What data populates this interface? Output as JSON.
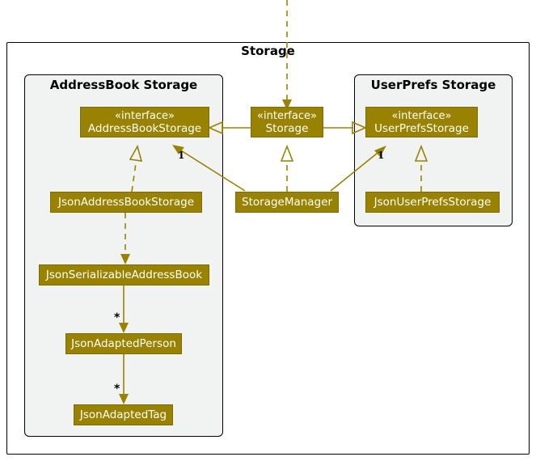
{
  "diagram": {
    "title": "Storage",
    "type": "uml-class-diagram",
    "line_color": "#998200",
    "node_fill": "#998200",
    "node_text": "#FFFFFF",
    "package_fill": "#F1F3F3",
    "border_color": "#000000"
  },
  "packages": [
    {
      "id": "storage",
      "label": "Storage"
    },
    {
      "id": "addressbook",
      "label": "AddressBook Storage"
    },
    {
      "id": "userprefs",
      "label": "UserPrefs Storage"
    }
  ],
  "nodes": [
    {
      "id": "addressBookStorage",
      "stereotype": "«interface»",
      "name": "AddressBookStorage"
    },
    {
      "id": "storage",
      "stereotype": "«interface»",
      "name": "Storage"
    },
    {
      "id": "userPrefsStorage",
      "stereotype": "«interface»",
      "name": "UserPrefsStorage"
    },
    {
      "id": "jsonAddressBookStorage",
      "stereotype": "",
      "name": "JsonAddressBookStorage"
    },
    {
      "id": "storageManager",
      "stereotype": "",
      "name": "StorageManager"
    },
    {
      "id": "jsonUserPrefsStorage",
      "stereotype": "",
      "name": "JsonUserPrefsStorage"
    },
    {
      "id": "jsonSerializableAddressBook",
      "stereotype": "",
      "name": "JsonSerializableAddressBook"
    },
    {
      "id": "jsonAdaptedPerson",
      "stereotype": "",
      "name": "JsonAdaptedPerson"
    },
    {
      "id": "jsonAdaptedTag",
      "stereotype": "",
      "name": "JsonAdaptedTag"
    }
  ],
  "multiplicities": [
    {
      "id": "m1",
      "label": "1"
    },
    {
      "id": "m2",
      "label": "1"
    },
    {
      "id": "m3",
      "label": "*"
    },
    {
      "id": "m4",
      "label": "*"
    }
  ],
  "edges": [
    {
      "from": "external-top",
      "to": "storage",
      "type": "dependency"
    },
    {
      "from": "storage",
      "to": "addressBookStorage",
      "type": "generalization"
    },
    {
      "from": "storage",
      "to": "userPrefsStorage",
      "type": "generalization"
    },
    {
      "from": "jsonAddressBookStorage",
      "to": "addressBookStorage",
      "type": "realization"
    },
    {
      "from": "storageManager",
      "to": "storage",
      "type": "realization"
    },
    {
      "from": "jsonUserPrefsStorage",
      "to": "userPrefsStorage",
      "type": "realization"
    },
    {
      "from": "storageManager",
      "to": "addressBookStorage",
      "type": "association",
      "multiplicity": "1"
    },
    {
      "from": "storageManager",
      "to": "userPrefsStorage",
      "type": "association",
      "multiplicity": "1"
    },
    {
      "from": "jsonAddressBookStorage",
      "to": "jsonSerializableAddressBook",
      "type": "dependency"
    },
    {
      "from": "jsonSerializableAddressBook",
      "to": "jsonAdaptedPerson",
      "type": "association",
      "multiplicity": "*"
    },
    {
      "from": "jsonAdaptedPerson",
      "to": "jsonAdaptedTag",
      "type": "association",
      "multiplicity": "*"
    }
  ]
}
